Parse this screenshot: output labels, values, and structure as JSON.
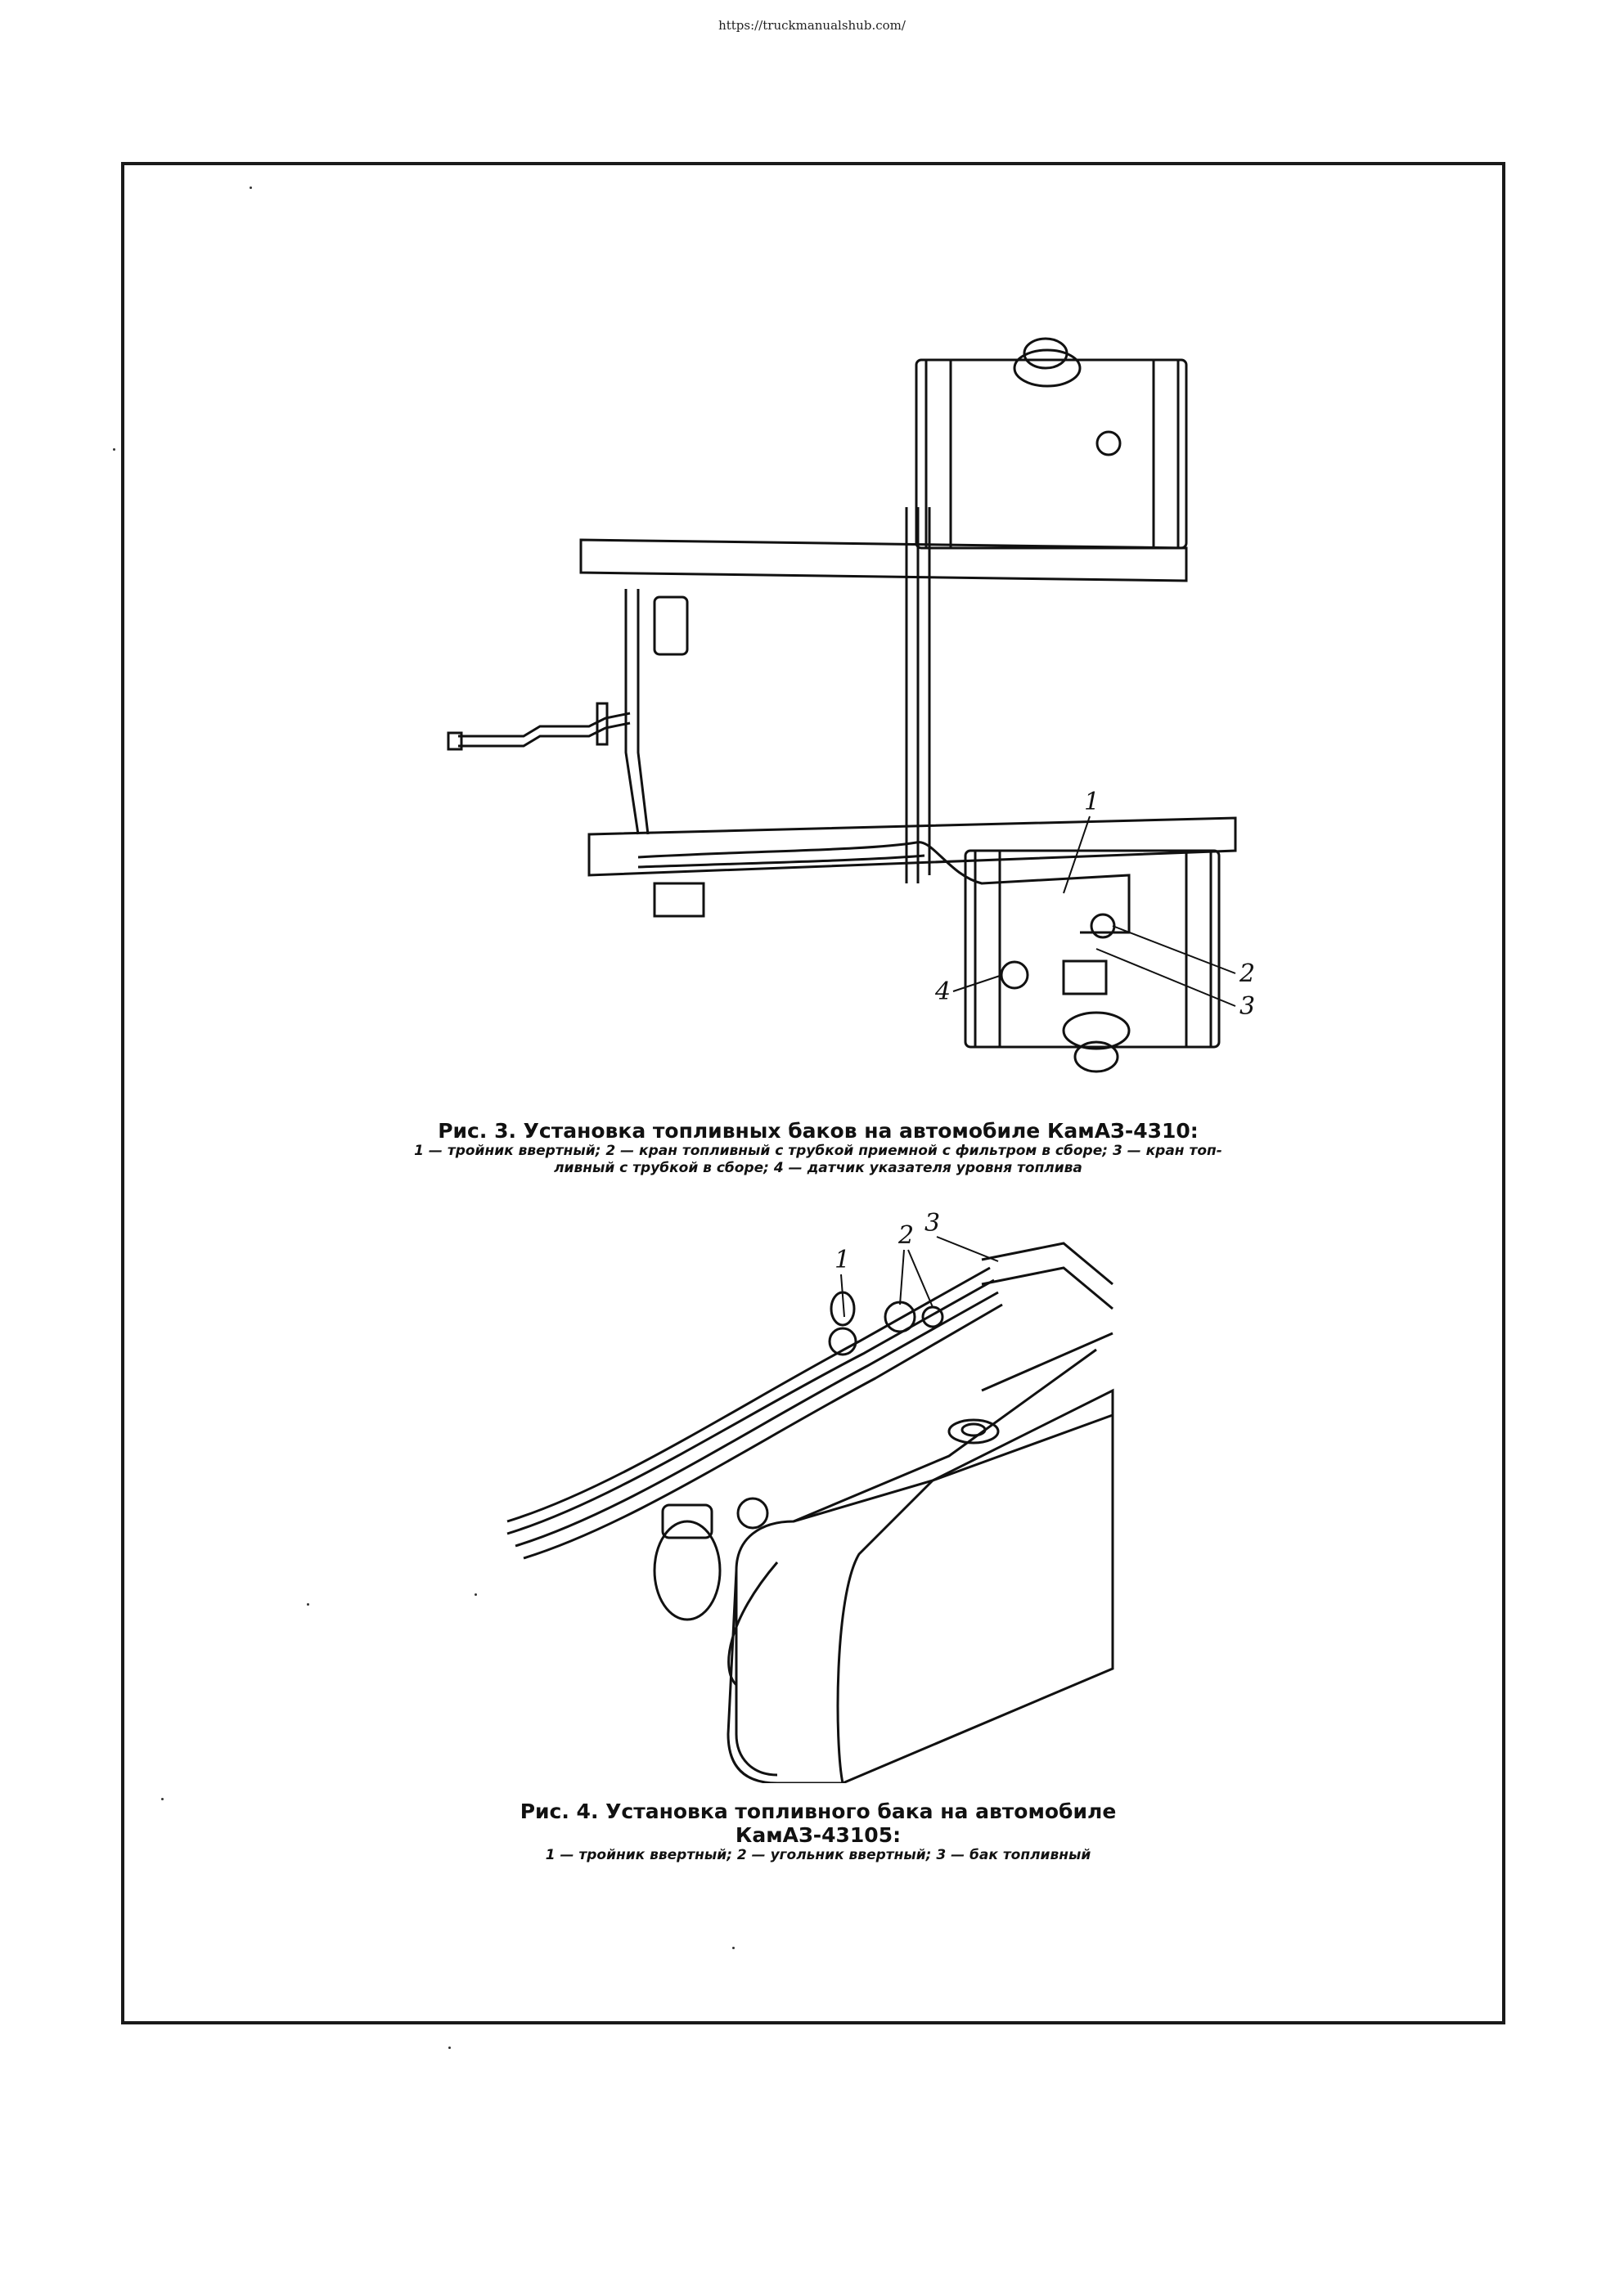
{
  "header": {
    "url": "https://truckmanualshub.com/"
  },
  "figure3": {
    "callouts": [
      "1",
      "2",
      "3",
      "4"
    ],
    "title": "Рис. 3. Установка топливных баков на автомобиле КамАЗ-4310:",
    "legend_line1": "1 — тройник ввертный; 2 — кран топливный с трубкой приемной с фильтром в сборе; 3 — кран топ-",
    "legend_line2": "ливный с трубкой в сборе; 4 — датчик указателя уровня топлива"
  },
  "figure4": {
    "callouts": [
      "1",
      "2",
      "3"
    ],
    "title_line1": "Рис. 4. Установка топливного бака на автомобиле",
    "title_line2": "КамАЗ-43105:",
    "legend": "1 — тройник ввертный; 2 — угольник ввертный; 3 — бак топливный"
  }
}
